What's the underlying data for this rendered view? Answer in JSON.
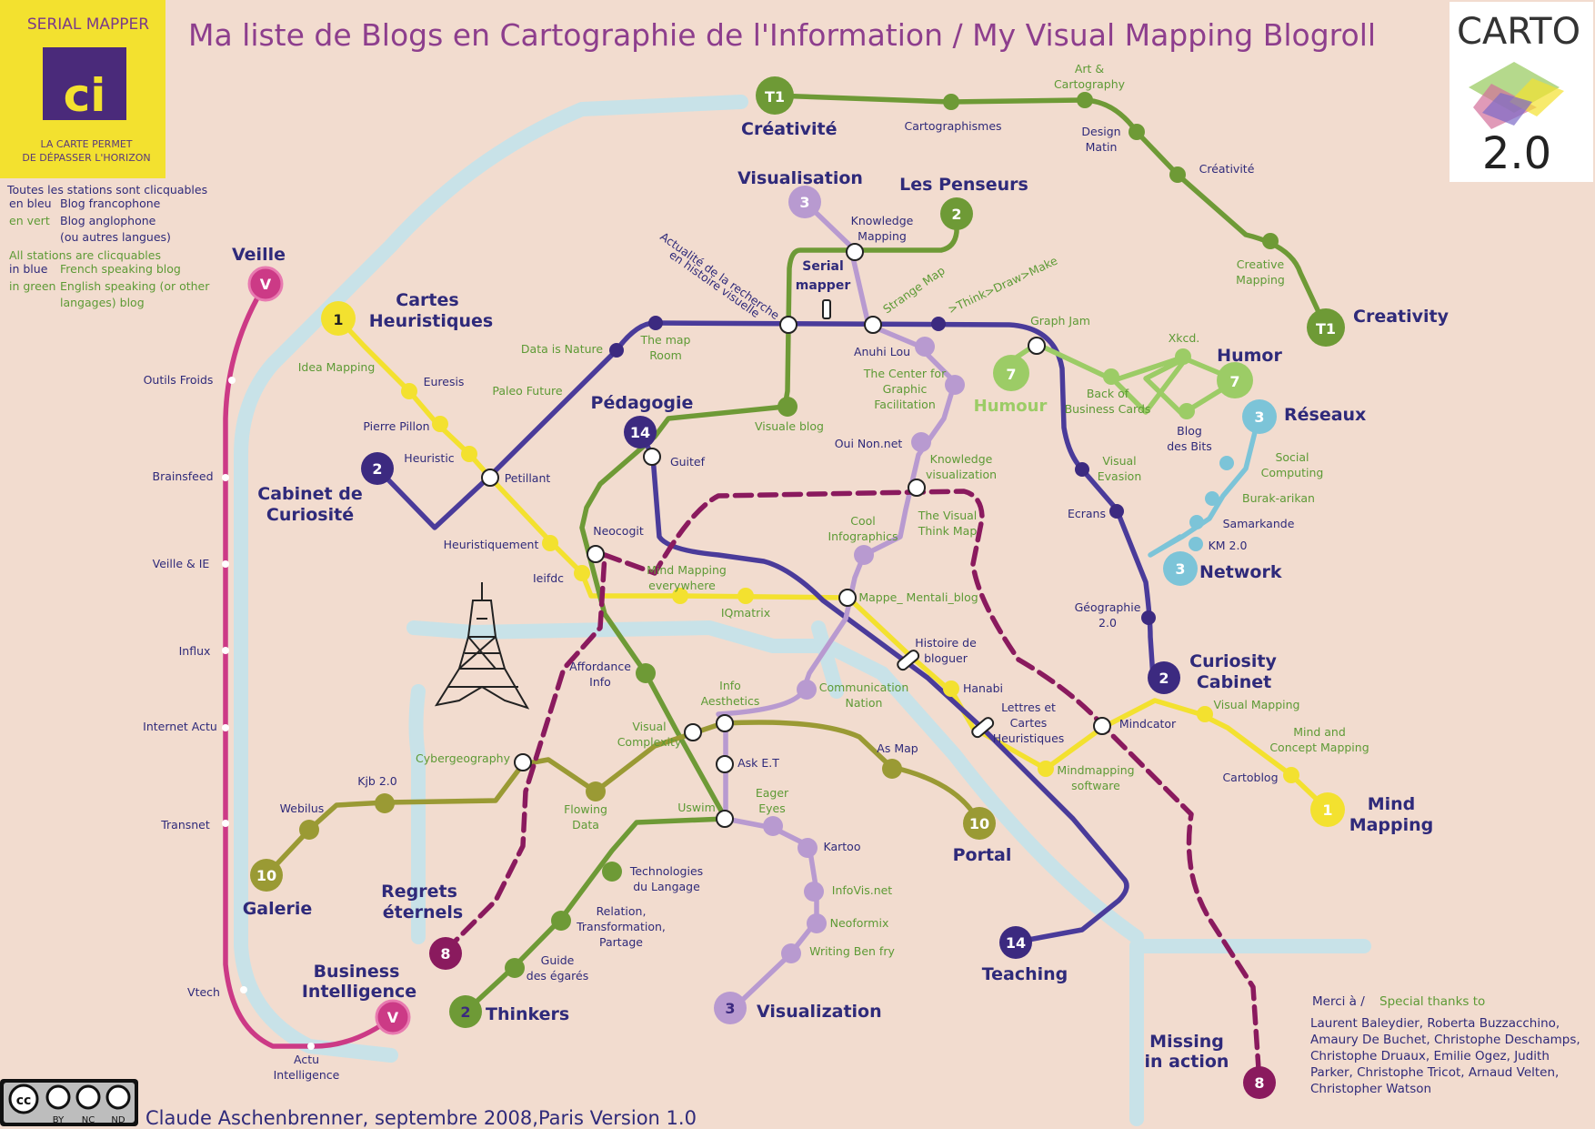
{
  "title": "Ma liste de Blogs en Cartographie de l'Information / My Visual Mapping Blogroll",
  "logo_left": {
    "top": "SERIAL MAPPER",
    "mark": "ci",
    "tagline1": "LA CARTE PERMET",
    "tagline2": "DE DÉPASSER L'HORIZON"
  },
  "logo_right": {
    "top": "CARTO",
    "bottom": "2.0"
  },
  "legend": {
    "l1": "Toutes les stations sont clicquables",
    "l2a": "en bleu",
    "l2b": "Blog francophone",
    "l3a": "en vert",
    "l3b": "Blog anglophone",
    "l4": "(ou autres langues)",
    "l5": "All stations are clicquables",
    "l6a": "in blue",
    "l6b": "French speaking blog",
    "l7a": "in green",
    "l7b": "English speaking (or other",
    "l8": "langages) blog"
  },
  "lines": {
    "veille": "Veille",
    "veille_badge": "V",
    "bi": "Business",
    "bi2": "Intelligence",
    "cartes": "Cartes",
    "cartes2": "Heuristiques",
    "cartes_badge": "1",
    "cabinet": "Cabinet de",
    "cabinet2": "Curiosité",
    "cabinet_badge": "2",
    "creativite": "Créativité",
    "t1": "T1",
    "creativity": "Creativity",
    "visualisation": "Visualisation",
    "vis_badge": "3",
    "penseurs": "Les Penseurs",
    "pens_badge": "2",
    "humour": "Humour",
    "humor": "Humor",
    "hum_badge": "7",
    "reseaux": "Réseaux",
    "network": "Network",
    "res_badge": "3",
    "pedagogie": "Pédagogie",
    "ped_badge": "14",
    "curiosity": "Curiosity",
    "curiosity2": "Cabinet",
    "mind": "Mind",
    "mind2": "Mapping",
    "mind_badge": "1",
    "galerie": "Galerie",
    "portal": "Portal",
    "ten": "10",
    "regrets": "Regrets",
    "regrets2": "éternels",
    "eight": "8",
    "thinkers": "Thinkers",
    "visualization": "Visualization",
    "teaching": "Teaching",
    "fourteen": "14",
    "missing": "Missing",
    "missing2": "in action"
  },
  "stations": {
    "art": "Art &",
    "art2": "Cartography",
    "cartographismes": "Cartographismes",
    "design": "Design",
    "design2": "Matin",
    "creativite_st": "Créativité",
    "creative_mapping": "Creative",
    "creative_mapping2": "Mapping",
    "knowledge_mapping": "Knowledge",
    "knowledge_mapping2": "Mapping",
    "actualite": "Actualité de la recherche",
    "actualite2": "en histoire visuelle",
    "serial": "Serial",
    "serial2": "mapper",
    "strange": "Strange Map",
    "think": ">Think>Draw>Make",
    "graph_jam": "Graph Jam",
    "xkcd": "Xkcd.",
    "back": "Back of",
    "back2": "Business Cards",
    "blog_bits": "Blog",
    "blog_bits2": "des Bits",
    "data_nature": "Data is Nature",
    "map_room": "The map",
    "map_room2": "Room",
    "paleo": "Paleo Future",
    "anuhi": "Anuhi Lou",
    "center": "The Center for",
    "center2": "Graphic",
    "center3": "Facilitation",
    "idea": "Idea Mapping",
    "euresis": "Euresis",
    "pillon": "Pierre Pillon",
    "heuristic": "Heuristic",
    "petillant": "Petillant",
    "outils": "Outils Froids",
    "brainsfeed": "Brainsfeed",
    "veille_ie": "Veille & IE",
    "influx": "Influx",
    "internet": "Internet Actu",
    "transnet": "Transnet",
    "vtech": "Vtech",
    "actu": "Actu",
    "actu2": "Intelligence",
    "visuale": "Visuale blog",
    "oui": "Oui Non.net",
    "kviz": "Knowledge",
    "kviz2": "visualization",
    "social": "Social",
    "social2": "Computing",
    "burak": "Burak-arikan",
    "samarkande": "Samarkande",
    "km": "KM 2.0",
    "guitef": "Guitef",
    "visual_evasion": "Visual",
    "visual_evasion2": "Evasion",
    "ecrans": "Ecrans",
    "cool": "Cool",
    "cool2": "Infographics",
    "tvtm": "The Visual",
    "tvtm2": "Think Map",
    "neocogit": "Neocogit",
    "heuristiquement": "Heuristiquement",
    "ieifdc": "Ieifdc",
    "mmev": "Mind Mapping",
    "mmev2": "everywhere",
    "iqmatrix": "IQmatrix",
    "mappe": "Mappe_ Mentali_blog",
    "geographie": "Géographie",
    "geographie2": "2.0",
    "histoire": "Histoire de",
    "histoire2": "bloguer",
    "hanabi": "Hanabi",
    "affordance": "Affordance",
    "affordance2": "Info",
    "comm": "Communication",
    "comm2": "Nation",
    "info_aes": "Info",
    "info_aes2": "Aesthetics",
    "lettres": "Lettres et",
    "lettres2": "Cartes",
    "lettres3": "Heuristiques",
    "mindcator": "Mindcator",
    "visual_mapping": "Visual Mapping",
    "mcm": "Mind and",
    "mcm2": "Concept Mapping",
    "cartoblog": "Cartoblog",
    "vis_complex": "Visual",
    "vis_complex2": "Complexity",
    "ask": "Ask E.T",
    "as_map": "As Map",
    "mms": "Mindmapping",
    "mms2": "software",
    "cybergeo": "Cybergeography",
    "kjb": "Kjb 2.0",
    "webilus": "Webilus",
    "flowing": "Flowing",
    "flowing2": "Data",
    "eager": "Eager",
    "eager2": "Eyes",
    "uswim": "Uswim",
    "kartoo": "Kartoo",
    "tech": "Technologies",
    "tech2": "du Langage",
    "infovis": "InfoVis.net",
    "neoformix": "Neoformix",
    "relation": "Relation,",
    "relation2": "Transformation,",
    "relation3": "Partage",
    "writing": "Writing Ben fry",
    "guide": "Guide",
    "guide2": "des égarés"
  },
  "thanks": {
    "head_fr": "Merci à /",
    "head_en": "Special thanks to",
    "n1": "Laurent Baleydier, Roberta Buzzacchino,",
    "n2": "Amaury De Buchet, Christophe Deschamps,",
    "n3": "Christophe Druaux, Emilie Ogez, Judith",
    "n4": "Parker, Christophe Tricot, Arnaud Velten,",
    "n5": "Christopher Watson"
  },
  "credit": "Claude Aschenbrenner, septembre 2008,Paris  Version 1.0",
  "license": {
    "cc": "cc",
    "by": "BY",
    "nc": "NC",
    "nd": "ND"
  },
  "colors": {
    "background": "#f2dccf",
    "seine": "#c8e2e8",
    "yellow": "#f3e12f",
    "blue_line": "#4a3b9a",
    "green_line": "#6e9a36",
    "lgreen_line": "#9ccc66",
    "olive_line": "#9a9a34",
    "teal_line": "#7cc4d8",
    "pink_line": "#cc3a86",
    "magenta_line": "#8a1a5e",
    "lilac_line": "#b89ad0",
    "title": "#8d3e8d"
  }
}
